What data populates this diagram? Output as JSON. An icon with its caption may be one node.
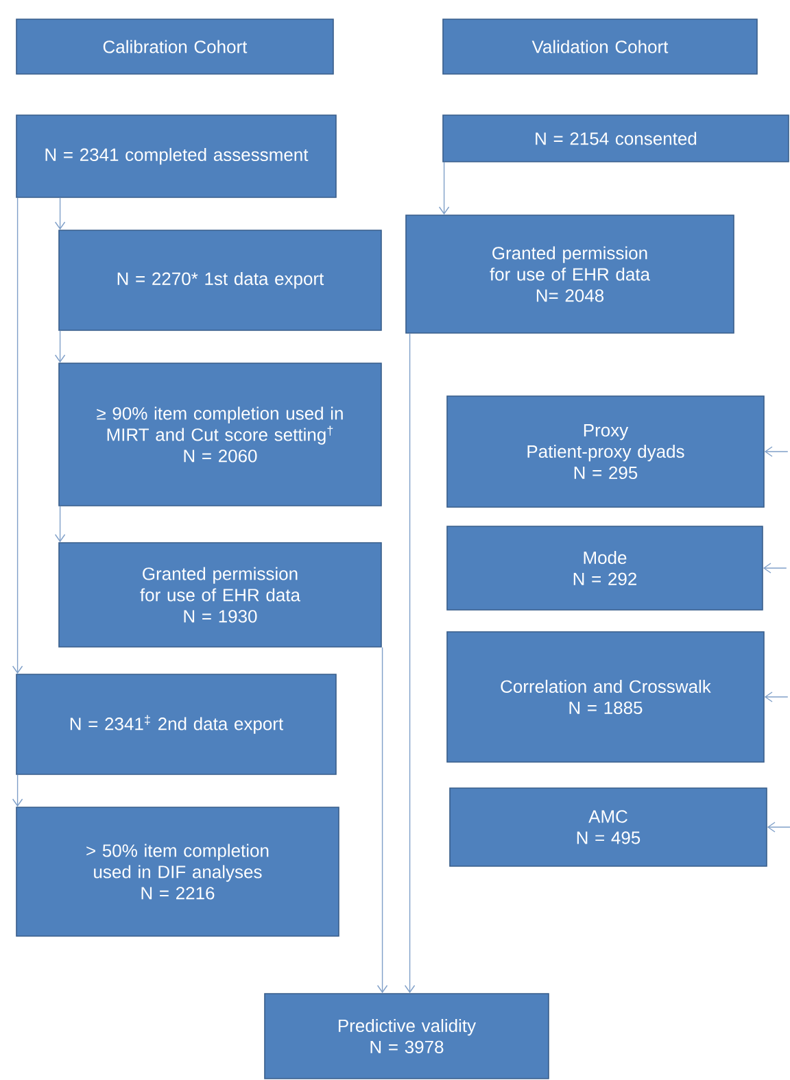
{
  "diagram": {
    "nodes": [
      {
        "text": [
          "Calibration Cohort"
        ]
      },
      {
        "text": [
          "Validation Cohort"
        ]
      },
      {
        "text": [
          "N = 2341 completed assessment"
        ]
      },
      {
        "text": [
          "N = 2270* 1st data export"
        ]
      },
      {
        "text": [
          "≥ 90% item completion used in MIRT and Cut score setting$^{†}$",
          "N = 2060"
        ]
      },
      {
        "text": [
          "Granted permission for use of EHR data",
          "N = 1930"
        ]
      },
      {
        "text": [
          "N = 2341$^{‡}$ 2nd data export"
        ]
      },
      {
        "text": [
          "> 50% item completion used in DIF analyses",
          "N = 2216"
        ]
      },
      {
        "text": [
          "N = 2154 consented"
        ]
      },
      {
        "text": [
          "Granted permission for use of EHR data",
          "N= 2048"
        ]
      },
      {
        "text": [
          "Proxy",
          "Patient-proxy dyads",
          "N = 295"
        ]
      },
      {
        "text": [
          "Mode",
          "N = 292"
        ]
      },
      {
        "text": [
          "Correlation and Crosswalk",
          "N = 1885"
        ]
      },
      {
        "text": [
          "AMC",
          "N = 495"
        ]
      },
      {
        "text": [
          "Predictive validity",
          "N = 3978"
        ]
      }
    ],
    "edges": [
      {
        "from": 2,
        "to": 3,
        "arrow": "to"
      },
      {
        "from": 3,
        "to": 4,
        "arrow": "to"
      },
      {
        "from": 4,
        "to": 5,
        "arrow": "to"
      },
      {
        "from": 2,
        "to": 6,
        "arrow": "to"
      },
      {
        "from": 6,
        "to": 7,
        "arrow": "to"
      },
      {
        "from": 5,
        "to": 14,
        "arrow": "to"
      },
      {
        "from": 8,
        "to": 9,
        "arrow": "to"
      },
      {
        "from": 9,
        "to": 14,
        "arrow": "to"
      },
      {
        "from": null,
        "to": 10,
        "arrow": "to"
      },
      {
        "from": null,
        "to": 11,
        "arrow": "to"
      },
      {
        "from": null,
        "to": 12,
        "arrow": "to"
      },
      {
        "from": null,
        "to": 13,
        "arrow": "to"
      }
    ]
  }
}
